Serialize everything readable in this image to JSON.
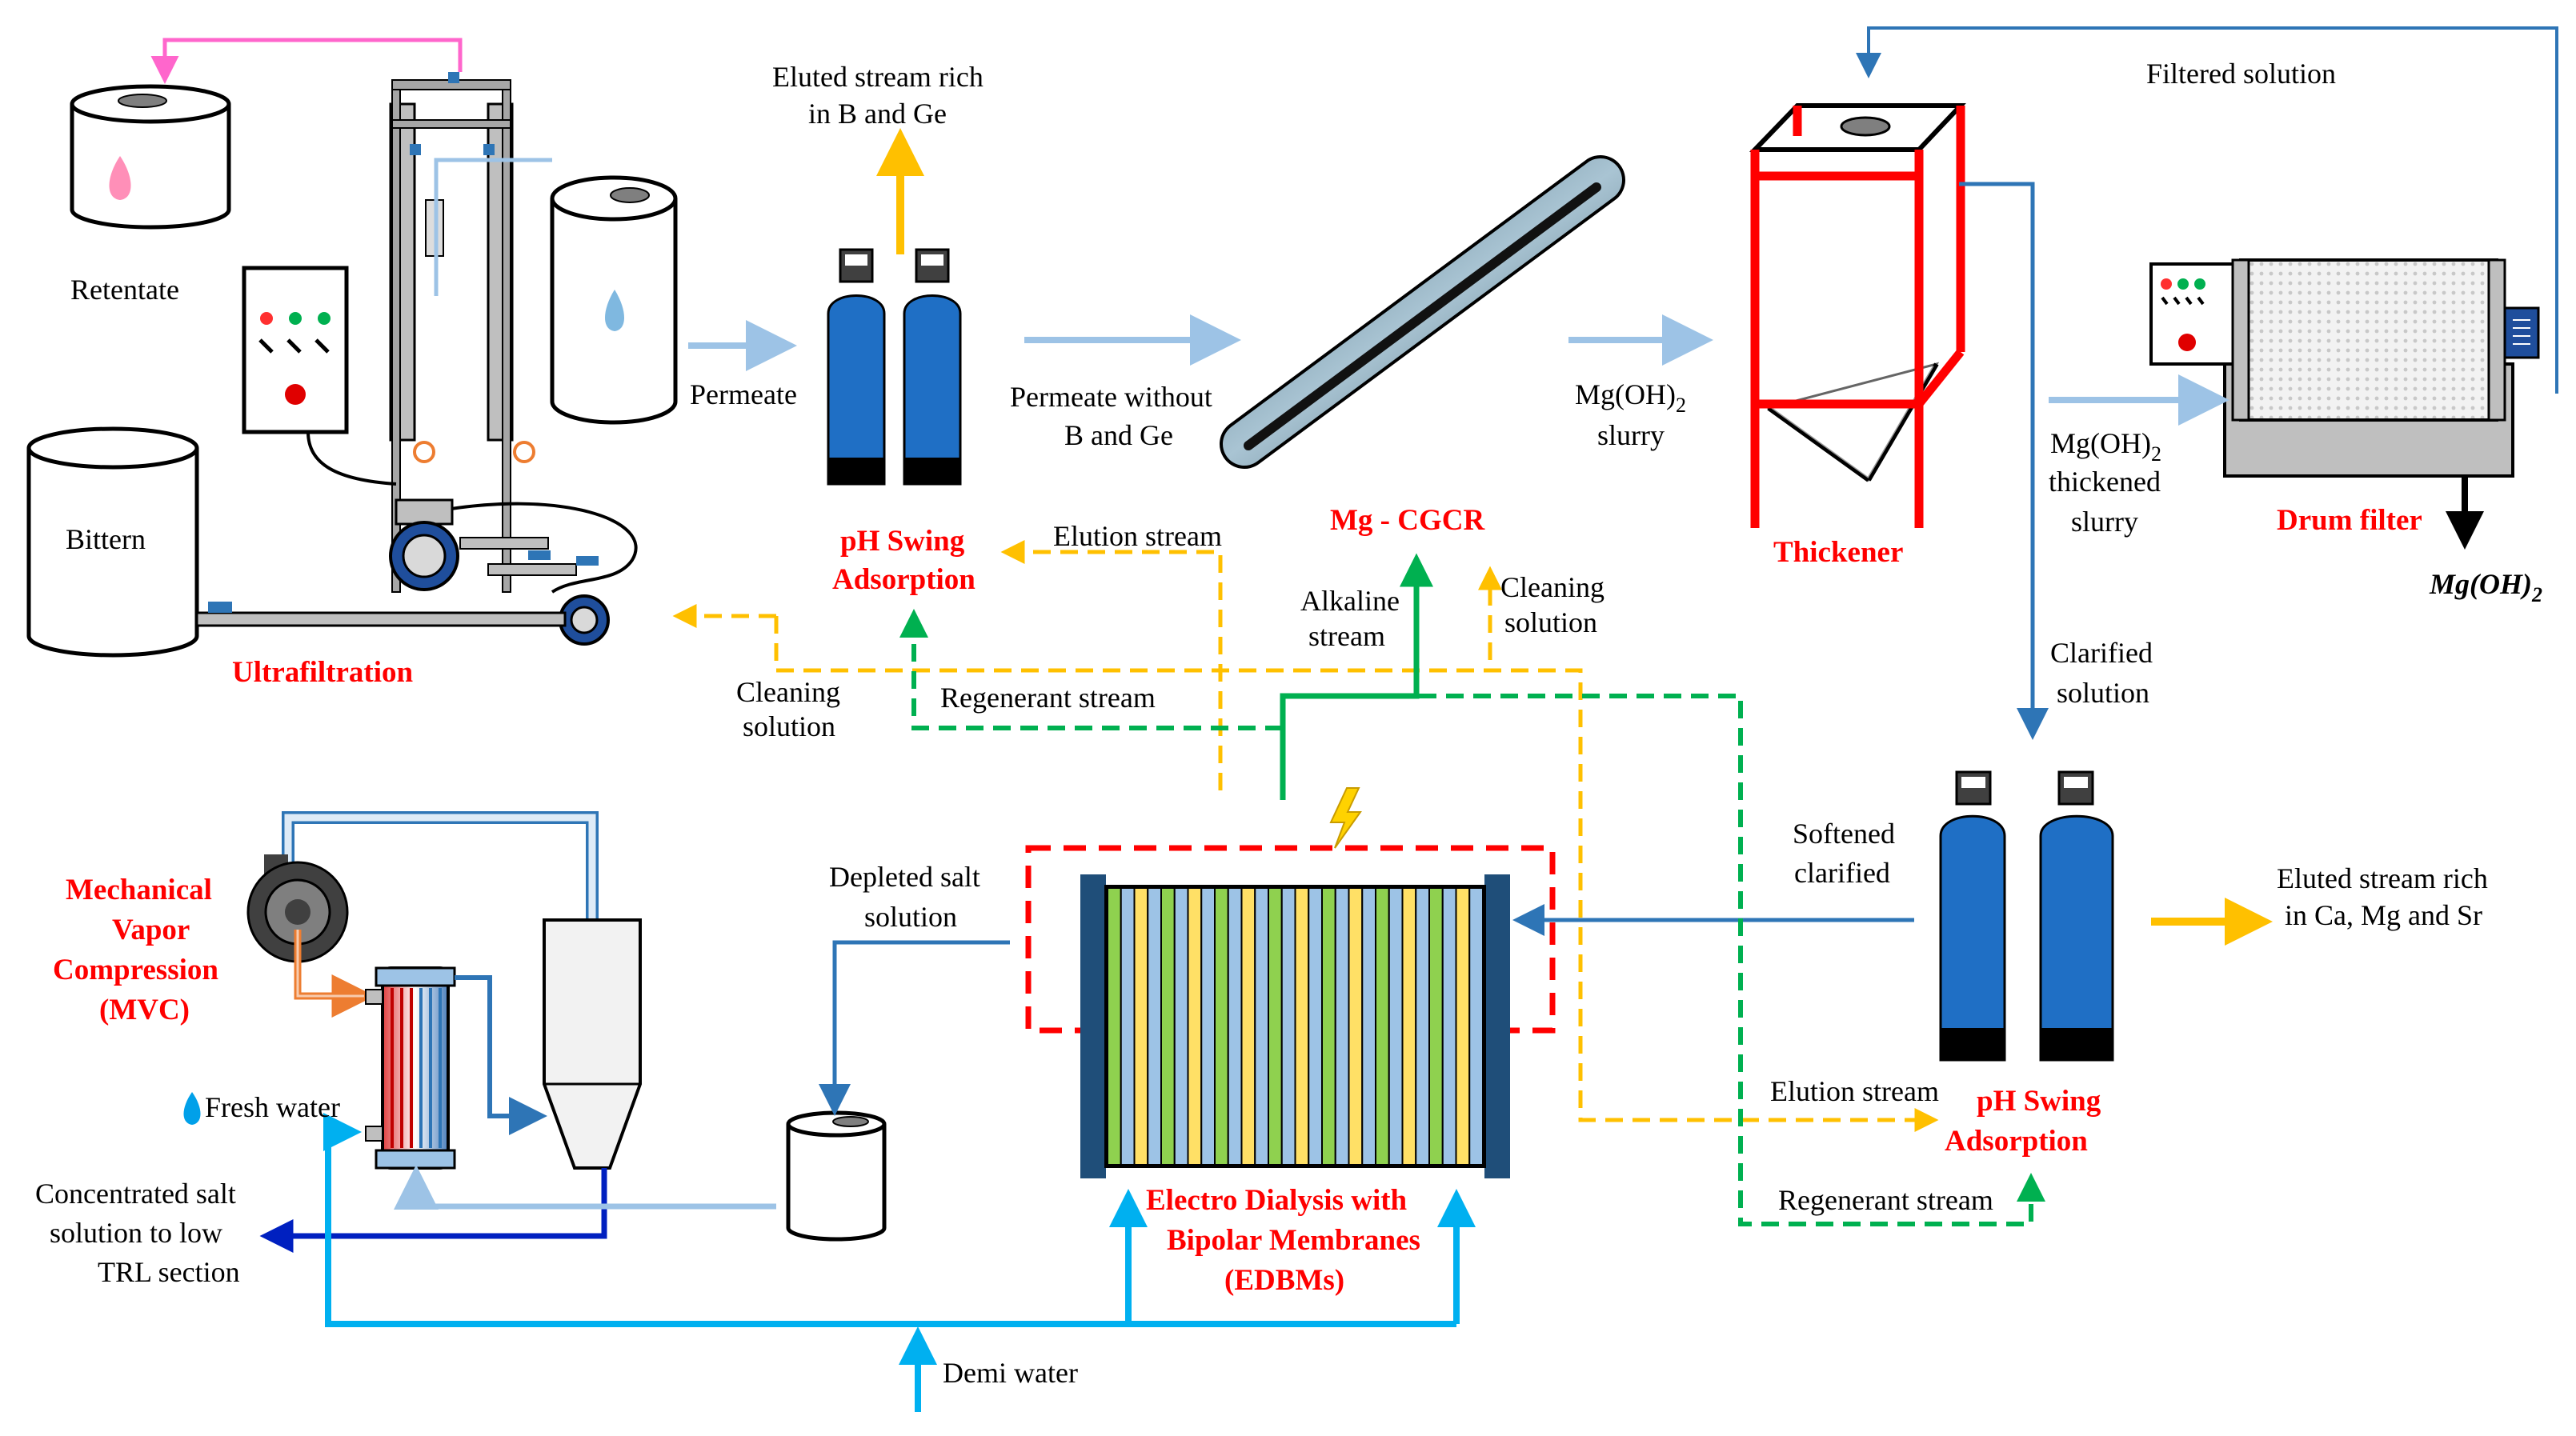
{
  "labels": {
    "retentate": "Retentate",
    "bittern": "Bittern",
    "ultrafiltration": "Ultrafiltration",
    "permeate": "Permeate",
    "eluted_b_ge_1": "Eluted stream rich",
    "eluted_b_ge_2": "in B and Ge",
    "psa_top_1": "pH Swing",
    "psa_top_2": "Adsorption",
    "permeate_without_1": "Permeate without",
    "permeate_without_2": "B and Ge",
    "mg_cgcr": "Mg - CGCR",
    "mgoh_slurry_1": "Mg(OH)",
    "mgoh_slurry_sub": "2",
    "mgoh_slurry_2": "slurry",
    "thickener": "Thickener",
    "filtered_solution": "Filtered solution",
    "thickened_1": "Mg(OH)",
    "thickened_sub": "2",
    "thickened_2": "thickened",
    "thickened_3": "slurry",
    "drum_filter": "Drum filter",
    "mgoh2_product": "Mg(OH)",
    "mgoh2_product_sub": "2",
    "elution_stream_top": "Elution stream",
    "alkaline_1": "Alkaline",
    "alkaline_2": "stream",
    "cleaning_right_1": "Cleaning",
    "cleaning_right_2": "solution",
    "cleaning_left_1": "Cleaning",
    "cleaning_left_2": "solution",
    "regenerant_top": "Regenerant stream",
    "clarified_1": "Clarified",
    "clarified_2": "solution",
    "softened_1": "Softened",
    "softened_2": "clarified",
    "eluted_ca_1": "Eluted stream rich",
    "eluted_ca_2": "in Ca, Mg and Sr",
    "mvc_1": "Mechanical",
    "mvc_2": "Vapor",
    "mvc_3": "Compression",
    "mvc_4": "(MVC)",
    "fresh_water": "Fresh water",
    "concentrated_1": "Concentrated salt",
    "concentrated_2": "solution to low",
    "concentrated_3": "TRL section",
    "depleted_1": "Depleted salt",
    "depleted_2": "solution",
    "edbm_1": "Electro Dialysis with",
    "edbm_2": "Bipolar Membranes",
    "edbm_3": "(EDBMs)",
    "elution_stream_bottom": "Elution stream",
    "psa_bottom_1": "pH Swing",
    "psa_bottom_2": "Adsorption",
    "regenerant_bottom": "Regenerant stream",
    "demi_water": "Demi water"
  },
  "colors": {
    "light_blue_flow": "#9dc3e6",
    "blue_flow": "#2e75b6",
    "cyan_flow": "#00b0f0",
    "yellow_flow": "#ffc000",
    "green_flow": "#00b050",
    "pink_flow": "#ff66cc",
    "navy_flow": "#0020c0",
    "red_frame": "#ff0000",
    "vessel_blue": "#1f6fc5"
  },
  "icons": [
    "droplet-icon",
    "lightning-icon",
    "pump-icon",
    "control-panel-icon"
  ]
}
